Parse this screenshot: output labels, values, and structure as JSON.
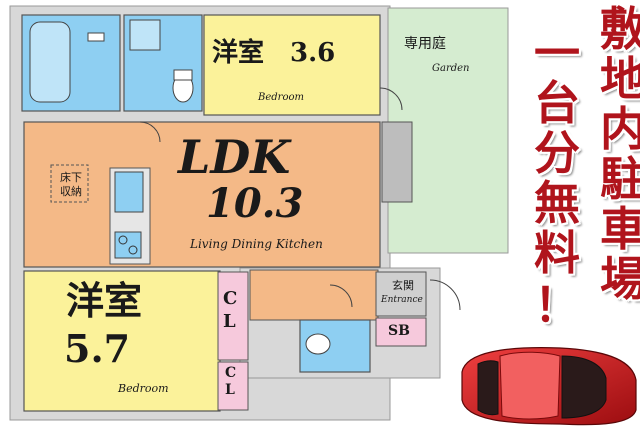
{
  "rooms": {
    "bedroom_top": {
      "title": "洋室",
      "size": "3.6",
      "sub": "Bedroom"
    },
    "ldk": {
      "title": "LDK",
      "size": "10.3",
      "sub": "Living Dining Kitchen"
    },
    "bedroom_left": {
      "title": "洋室",
      "size": "5.7",
      "sub": "Bedroom"
    },
    "garden": {
      "title": "専用庭",
      "sub": "Garden"
    },
    "entrance": {
      "title": "玄関",
      "sub": "Entrance"
    },
    "closet1": {
      "title": "CL"
    },
    "closet2": {
      "title": "CL"
    },
    "shoebox": {
      "title": "SB"
    },
    "floor_heating": {
      "line1": "床下",
      "line2": "収納"
    }
  },
  "banner": {
    "chars": [
      "敷",
      "地",
      "内",
      "駐",
      "車",
      "場",
      "一",
      "台",
      "分",
      "無",
      "料",
      "！"
    ]
  },
  "colors": {
    "ldk": "#f4b987",
    "bedroom": "#fbf29a",
    "wet": "#8ecff2",
    "garden": "#d5ecd0",
    "closet": "#f6c9dc",
    "wall": "#d7d7d7",
    "banner_red": "#b0141c",
    "car": "#d81e22"
  }
}
